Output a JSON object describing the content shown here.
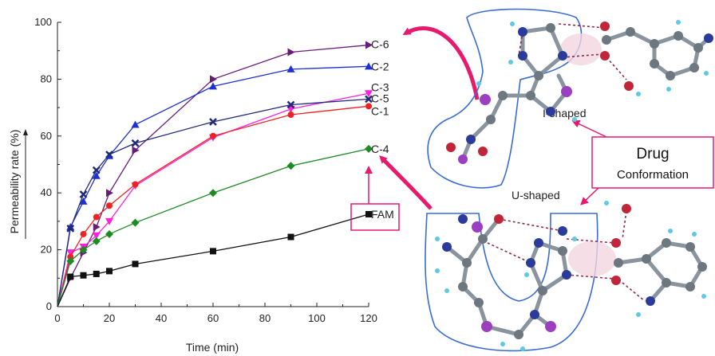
{
  "chart_data": {
    "type": "line",
    "xlabel": "Time (min)",
    "ylabel": "Permeability rate (%)",
    "xlim": [
      0,
      120
    ],
    "ylim": [
      0,
      100
    ],
    "xticks": [
      0,
      20,
      40,
      60,
      80,
      100,
      120
    ],
    "yticks": [
      0,
      20,
      40,
      60,
      80,
      100
    ],
    "grid": false,
    "x": [
      0,
      5,
      10,
      15,
      20,
      30,
      60,
      90,
      120
    ],
    "series": [
      {
        "name": "C-6",
        "color": "#6a1b7a",
        "marker": "triangle-right",
        "values": [
          0,
          10,
          19,
          28,
          40,
          55,
          80,
          89.5,
          92
        ]
      },
      {
        "name": "C-2",
        "color": "#1f2fd6",
        "marker": "triangle-up",
        "values": [
          0,
          28,
          37,
          46,
          53,
          64,
          77.5,
          83.5,
          84.5
        ]
      },
      {
        "name": "C-3",
        "color": "#ff22dd",
        "marker": "triangle-down",
        "values": [
          0,
          19,
          21,
          25,
          30,
          42.5,
          59.5,
          69.5,
          75
        ]
      },
      {
        "name": "C-5",
        "color": "#202a78",
        "marker": "x",
        "values": [
          0,
          27.5,
          39.5,
          48,
          53.5,
          57.5,
          65,
          71,
          73
        ]
      },
      {
        "name": "C-1",
        "color": "#ee2222",
        "marker": "circle",
        "values": [
          0,
          17.5,
          25.5,
          31.5,
          35.5,
          43,
          60,
          67.5,
          70.5
        ]
      },
      {
        "name": "C-4",
        "color": "#1d8a24",
        "marker": "diamond",
        "values": [
          0,
          16,
          20,
          23,
          25.5,
          29.5,
          40,
          49.5,
          55.5
        ]
      },
      {
        "name": "FAM",
        "color": "#111111",
        "marker": "square",
        "values": [
          0,
          10.5,
          11,
          11.5,
          12.5,
          15,
          19.5,
          24.5,
          32.5
        ]
      }
    ]
  },
  "figure": {
    "drug_box": {
      "title": "Drug",
      "subtitle": "Conformation"
    },
    "label_i_shaped": "I-shaped",
    "label_u_shaped": "U-shaped",
    "colors": {
      "arrow": "#e8186c",
      "box": "#e8186c",
      "outline": "#3a6bd8"
    }
  }
}
